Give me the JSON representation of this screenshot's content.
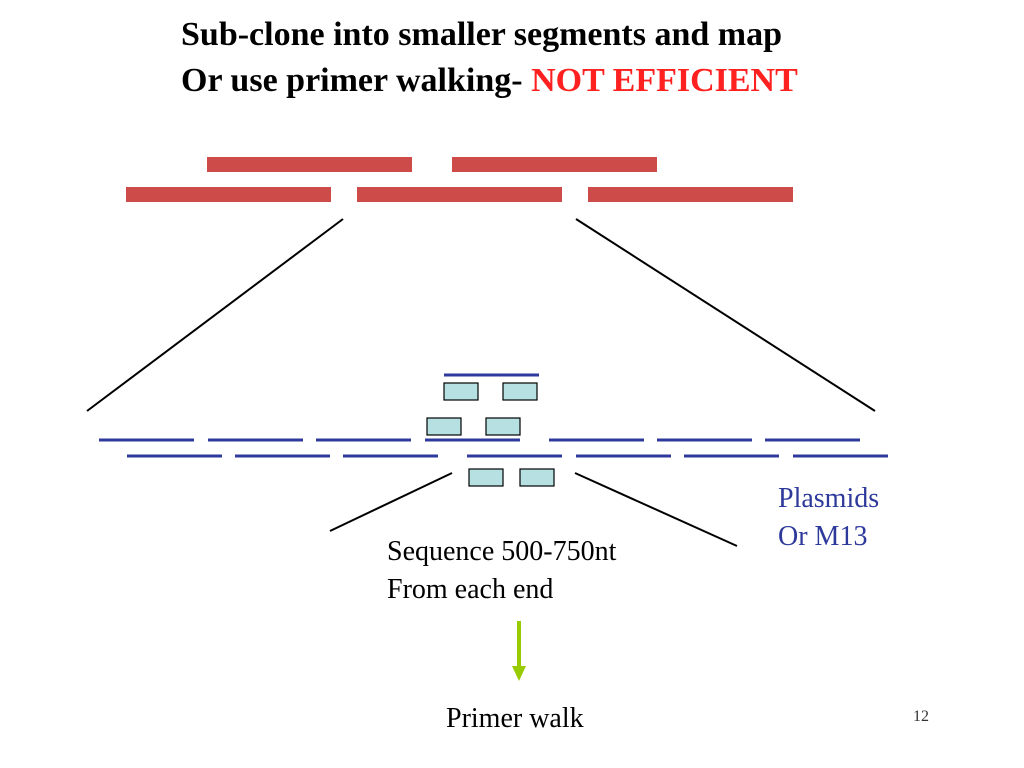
{
  "title": {
    "line1": "Sub-clone into smaller segments and map",
    "line2_prefix": "Or use primer walking- ",
    "line2_highlight": "NOT EFFICIENT"
  },
  "labels": {
    "sequence_line1": "Sequence 500-750nt",
    "sequence_line2": "From each end",
    "vector_line1": "Plasmids",
    "vector_line2": "Or M13",
    "result": "Primer walk"
  },
  "page_number": "12",
  "colors": {
    "large_clone": "#cd4c4a",
    "subclone": "#2e3a9b",
    "read_box_fill": "#b7e0e3",
    "arrow": "#99cc00",
    "highlight": "#ff2020"
  },
  "icons": {
    "flow_arrow": "arrow-down-icon"
  }
}
